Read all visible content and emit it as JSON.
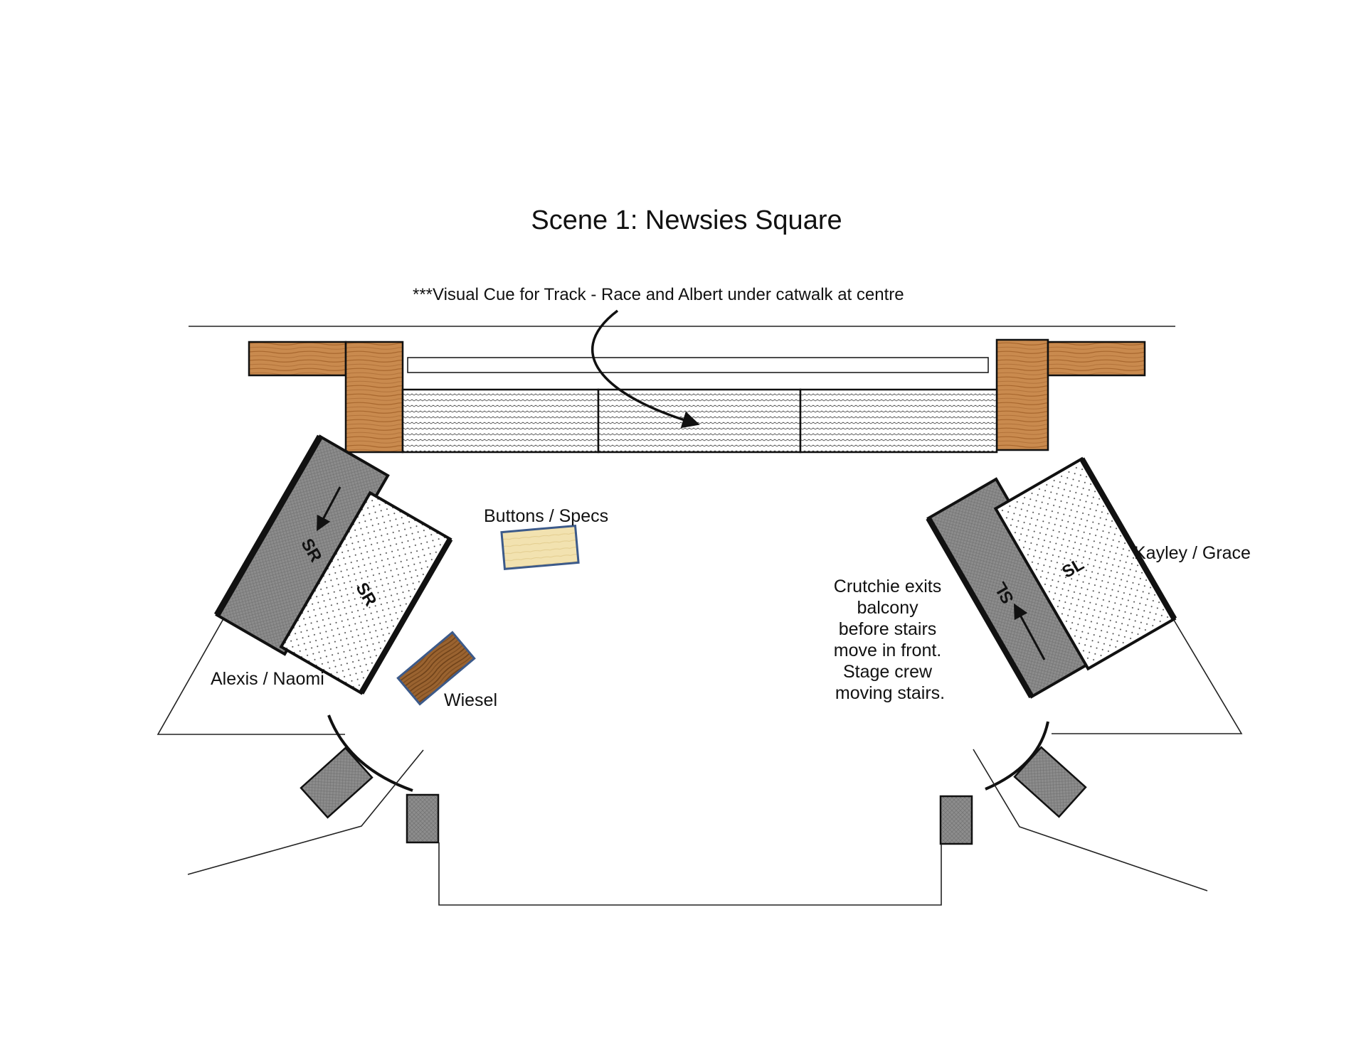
{
  "title": "Scene 1: Newsies Square",
  "cue_note": "***Visual Cue for Track - Race and Albert under catwalk at centre",
  "labels": {
    "buttons_specs": "Buttons / Specs",
    "kayley_grace": "Kayley / Grace",
    "alexis_naomi": "Alexis / Naomi",
    "wiesel": "Wiesel"
  },
  "crutchie_note": [
    "Crutchie exits",
    "balcony",
    "before stairs",
    "move in front.",
    "Stage crew",
    "moving stairs."
  ],
  "stair_units": {
    "sr_dark": "SR",
    "sr_light": "SR",
    "sl_dark": "SL",
    "sl_light": "SL"
  },
  "colors": {
    "wood": "#c98a4e",
    "wood_dark": "#8a5a2b",
    "stair_grey": "#8a8a8a",
    "light_crate": "#f2e2b0",
    "crate_border": "#3c5a8a",
    "outline": "#111111"
  }
}
